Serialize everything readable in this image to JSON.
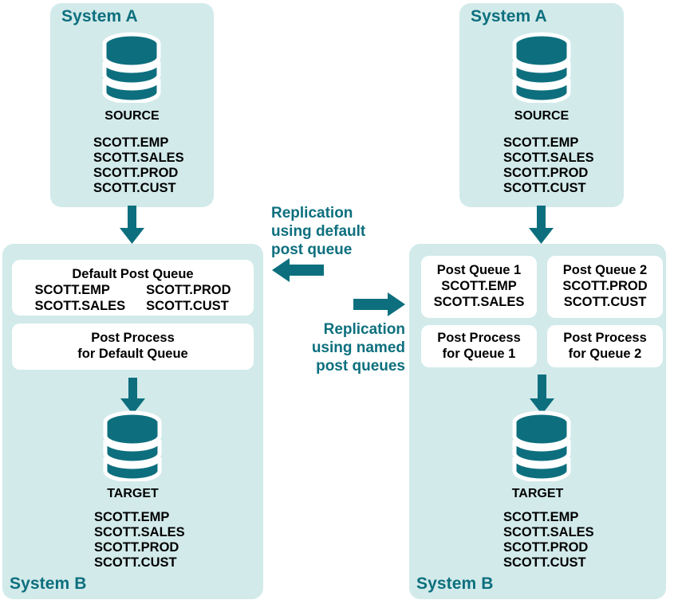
{
  "diagram": {
    "title": "Replication using default post queue vs named post queues",
    "colors": {
      "teal": "#0d6f7e",
      "panel_bg": "#d2eaea",
      "box_bg": "#ffffff",
      "text": "#000000"
    }
  },
  "left_scenario": {
    "source_panel": {
      "label": "System A",
      "db_caption": "SOURCE",
      "db_icon": "database-cylinder-icon",
      "tables": [
        "SCOTT.EMP",
        "SCOTT.SALES",
        "SCOTT.PROD",
        "SCOTT.CUST"
      ]
    },
    "arrow_source_to_queue": "down-arrow-icon",
    "target_panel": {
      "label": "System B",
      "queue_box": {
        "title": "Default Post Queue",
        "column_left": [
          "SCOTT.EMP",
          "SCOTT.SALES"
        ],
        "column_right": [
          "SCOTT.PROD",
          "SCOTT.CUST"
        ]
      },
      "process_box": {
        "line1": "Post Process",
        "line2": "for Default Queue"
      },
      "arrow_queue_to_target": "down-arrow-icon",
      "db_caption": "TARGET",
      "db_icon": "database-cylinder-icon",
      "tables": [
        "SCOTT.EMP",
        "SCOTT.SALES",
        "SCOTT.PROD",
        "SCOTT.CUST"
      ]
    }
  },
  "middle": {
    "left_label": "Replication\nusing default\npost queue",
    "left_arrow": "left-arrow-icon",
    "right_arrow": "right-arrow-icon",
    "right_label": "Replication\nusing named\npost queues"
  },
  "right_scenario": {
    "source_panel": {
      "label": "System A",
      "db_caption": "SOURCE",
      "db_icon": "database-cylinder-icon",
      "tables": [
        "SCOTT.EMP",
        "SCOTT.SALES",
        "SCOTT.PROD",
        "SCOTT.CUST"
      ]
    },
    "arrow_source_to_queue": "down-arrow-icon",
    "target_panel": {
      "label": "System B",
      "queue_boxes": [
        {
          "title": "Post Queue 1",
          "tables": [
            "SCOTT.EMP",
            "SCOTT.SALES"
          ]
        },
        {
          "title": "Post Queue 2",
          "tables": [
            "SCOTT.PROD",
            "SCOTT.CUST"
          ]
        }
      ],
      "process_boxes": [
        {
          "line1": "Post Process",
          "line2": "for Queue 1"
        },
        {
          "line1": "Post Process",
          "line2": "for Queue 2"
        }
      ],
      "arrow_queue_to_target": "down-arrow-icon",
      "db_caption": "TARGET",
      "db_icon": "database-cylinder-icon",
      "tables": [
        "SCOTT.EMP",
        "SCOTT.SALES",
        "SCOTT.PROD",
        "SCOTT.CUST"
      ]
    }
  }
}
